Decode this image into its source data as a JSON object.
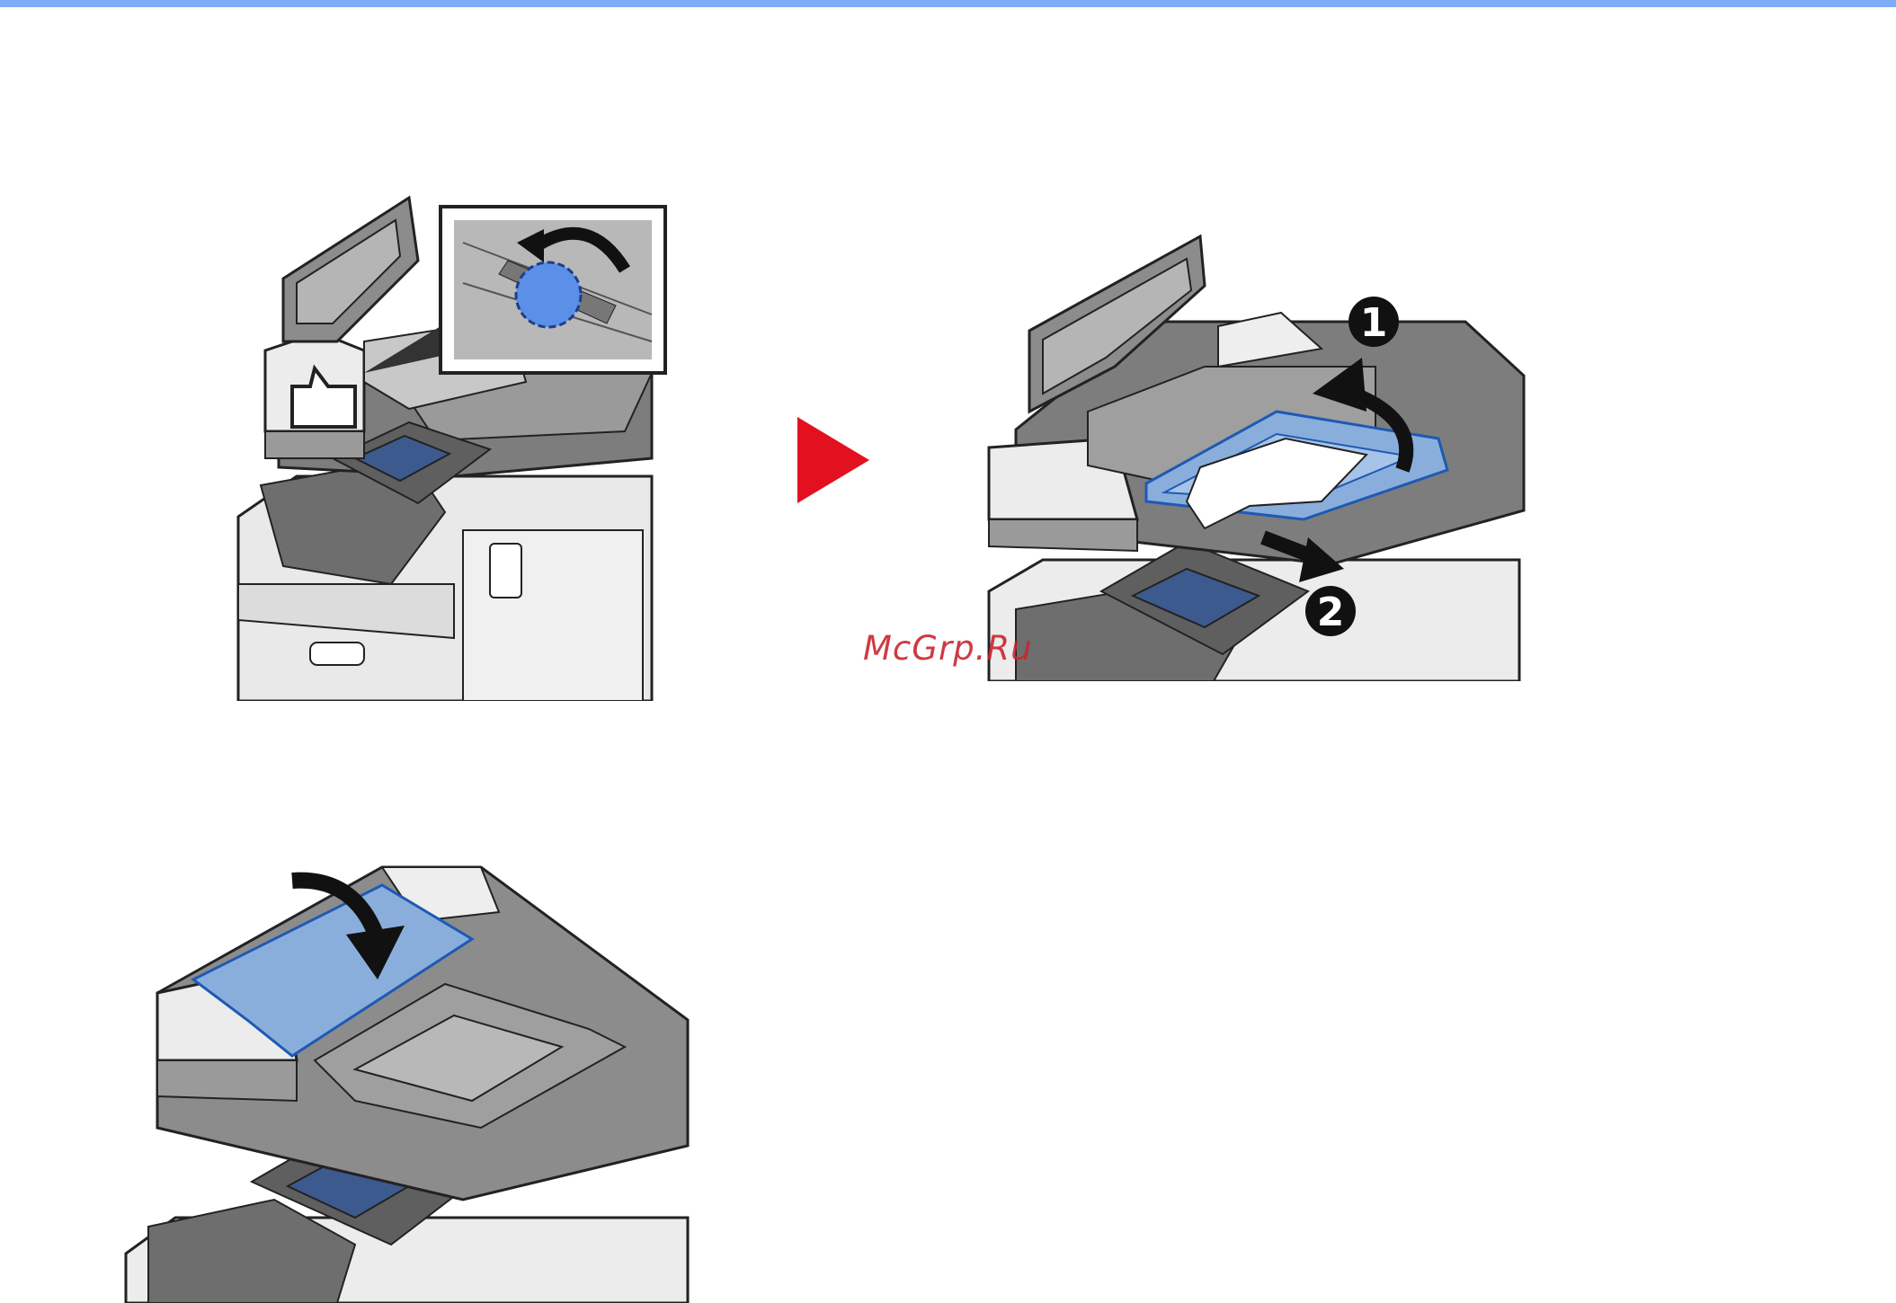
{
  "colors": {
    "top_rule": "#7facf7",
    "next_arrow": "#e3101f",
    "highlight_blue": "#8aaedb",
    "device_gray": "#8a8a8a",
    "panel_screen": "#3d5a8e"
  },
  "watermark": {
    "text": "McGrp.Ru"
  },
  "steps": [
    {
      "label": "1"
    },
    {
      "label": "2"
    }
  ],
  "icons": [
    "next-step-arrow-icon",
    "rotate-arrow-icon",
    "pull-arrow-icon",
    "close-arrow-icon"
  ]
}
